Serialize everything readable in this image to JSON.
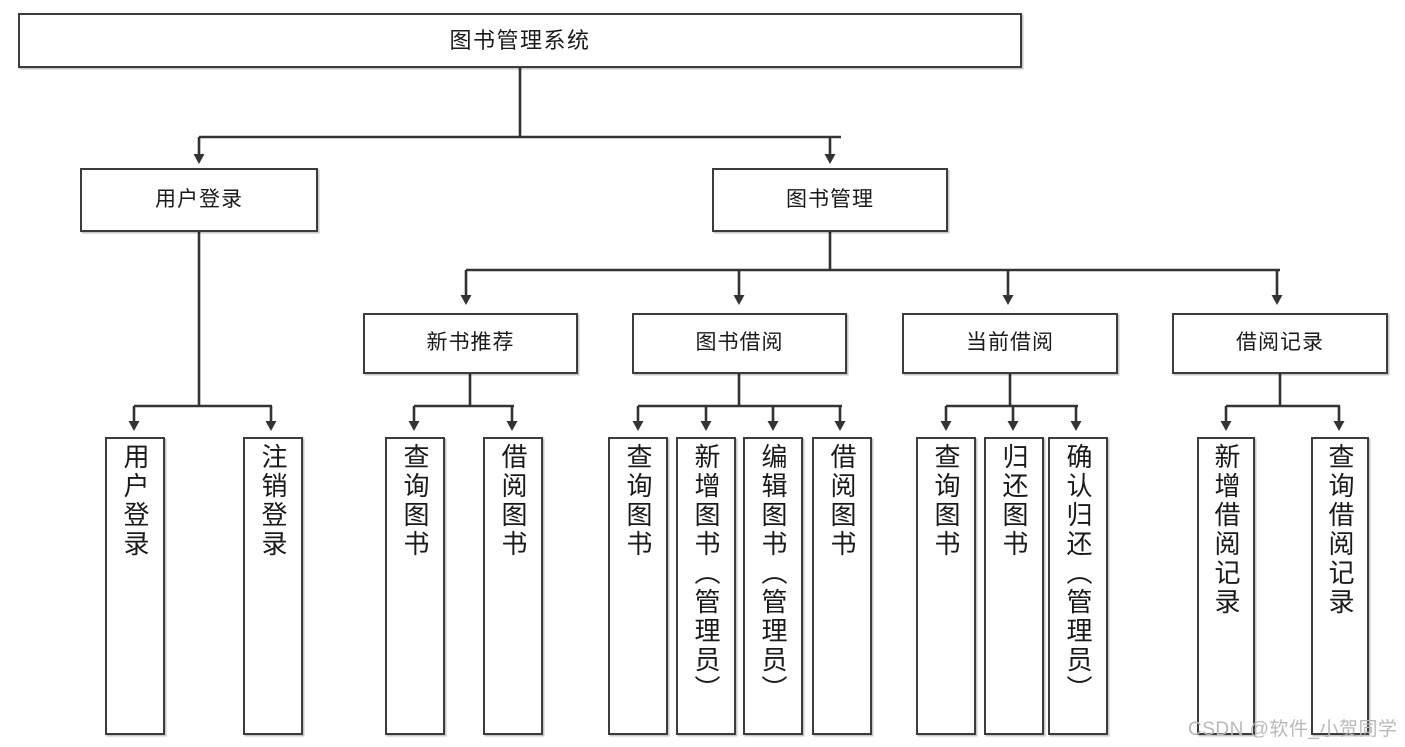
{
  "diagram": {
    "title": "图书管理系统",
    "type": "hierarchy-tree",
    "watermark": "CSDN @软件_小贺同学",
    "colors": {
      "box_border": "#3c3c3c",
      "box_fill": "#ffffff",
      "connector": "#333333",
      "text": "#1a1a1a",
      "watermark": "#b9b9b9",
      "background": "#ffffff"
    },
    "levels": {
      "level1": [
        {
          "id": "root",
          "label": "图书管理系统",
          "orientation": "horizontal"
        }
      ],
      "level2": [
        {
          "id": "user-login",
          "label": "用户登录",
          "orientation": "horizontal",
          "parent": "root"
        },
        {
          "id": "book-manage",
          "label": "图书管理",
          "orientation": "horizontal",
          "parent": "root"
        }
      ],
      "level3": [
        {
          "id": "new-book-recommend",
          "label": "新书推荐",
          "orientation": "horizontal",
          "parent": "book-manage"
        },
        {
          "id": "book-borrow",
          "label": "图书借阅",
          "orientation": "horizontal",
          "parent": "book-manage"
        },
        {
          "id": "current-borrow",
          "label": "当前借阅",
          "orientation": "horizontal",
          "parent": "book-manage"
        },
        {
          "id": "borrow-record",
          "label": "借阅记录",
          "orientation": "horizontal",
          "parent": "book-manage"
        }
      ],
      "leaves": [
        {
          "id": "leaf-user-login",
          "label": "用户登录",
          "orientation": "vertical",
          "parent": "user-login"
        },
        {
          "id": "leaf-user-logout",
          "label": "注销登录",
          "orientation": "vertical",
          "parent": "user-login"
        },
        {
          "id": "leaf-query-book-1",
          "label": "查询图书",
          "orientation": "vertical",
          "parent": "new-book-recommend"
        },
        {
          "id": "leaf-borrow-book-1",
          "label": "借阅图书",
          "orientation": "vertical",
          "parent": "new-book-recommend"
        },
        {
          "id": "leaf-query-book-2",
          "label": "查询图书",
          "orientation": "vertical",
          "parent": "book-borrow"
        },
        {
          "id": "leaf-add-book",
          "label": "新增图书（管理员）",
          "orientation": "vertical",
          "parent": "book-borrow"
        },
        {
          "id": "leaf-edit-book",
          "label": "编辑图书（管理员）",
          "orientation": "vertical",
          "parent": "book-borrow"
        },
        {
          "id": "leaf-borrow-book-2",
          "label": "借阅图书",
          "orientation": "vertical",
          "parent": "book-borrow"
        },
        {
          "id": "leaf-query-book-3",
          "label": "查询图书",
          "orientation": "vertical",
          "parent": "current-borrow"
        },
        {
          "id": "leaf-return-book",
          "label": "归还图书",
          "orientation": "vertical",
          "parent": "current-borrow"
        },
        {
          "id": "leaf-confirm-return",
          "label": "确认归还（管理员）",
          "orientation": "vertical",
          "parent": "current-borrow"
        },
        {
          "id": "leaf-add-record",
          "label": "新增借阅记录",
          "orientation": "vertical",
          "parent": "borrow-record"
        },
        {
          "id": "leaf-query-record",
          "label": "查询借阅记录",
          "orientation": "vertical",
          "parent": "borrow-record"
        }
      ]
    }
  }
}
